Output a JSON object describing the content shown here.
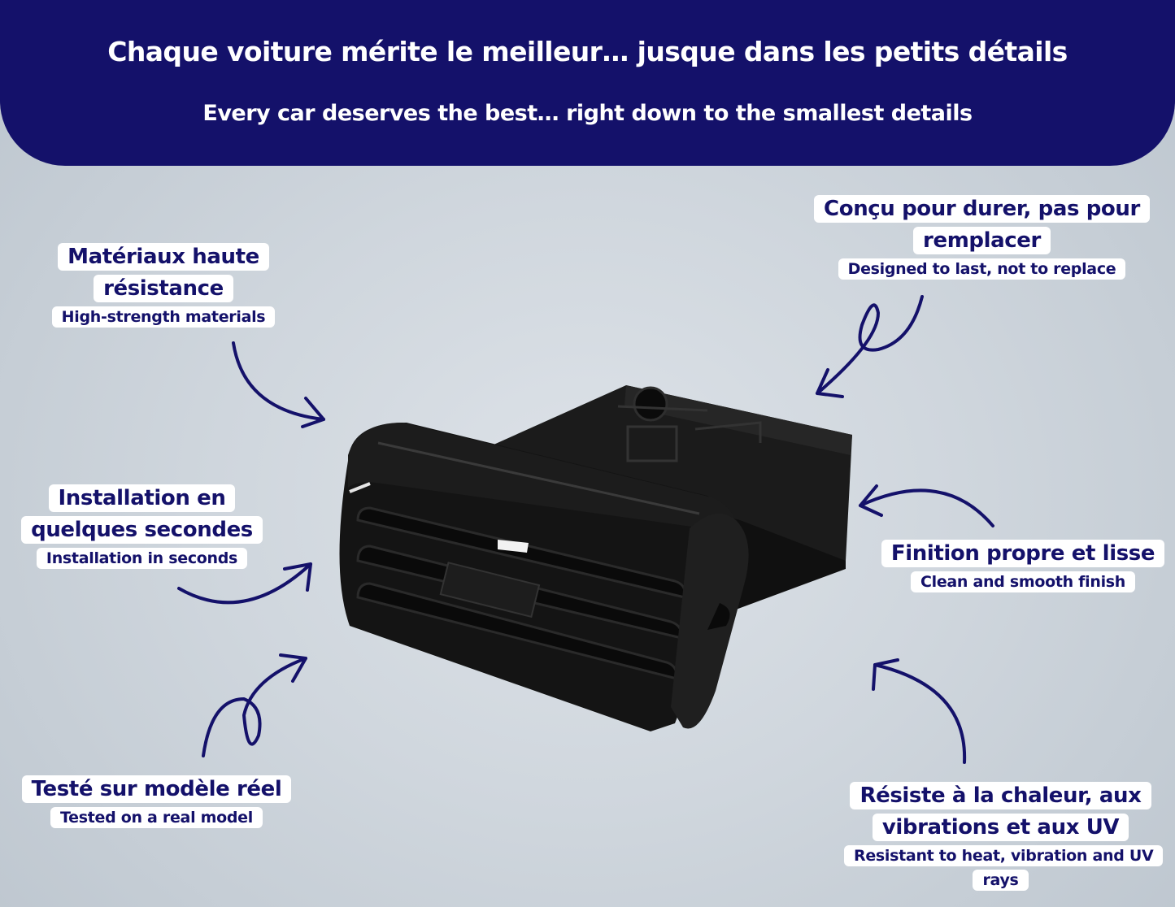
{
  "banner": {
    "title_fr": "Chaque voiture mérite le meilleur… jusque dans les petits détails",
    "title_en": "Every car deserves the best… right down to the smallest details"
  },
  "callouts": {
    "materials": {
      "fr": "Matériaux haute résistance",
      "en": "High-strength materials"
    },
    "installation": {
      "fr": "Installation en quelques secondes",
      "en": "Installation in seconds"
    },
    "tested": {
      "fr": "Testé sur modèle réel",
      "en": "Tested on a real model"
    },
    "durable": {
      "fr": "Conçu pour durer, pas pour remplacer",
      "en": "Designed to last, not to replace"
    },
    "finish": {
      "fr": "Finition propre et lisse",
      "en": "Clean and smooth finish"
    },
    "resistant": {
      "fr": "Résiste à la chaleur, aux vibrations et aux UV",
      "en": "Resistant to heat, vibration and UV rays"
    }
  },
  "colors": {
    "navy": "#14116a",
    "label_bg": "#ffffff",
    "background": "#cfd6dd",
    "product": "#111111"
  }
}
